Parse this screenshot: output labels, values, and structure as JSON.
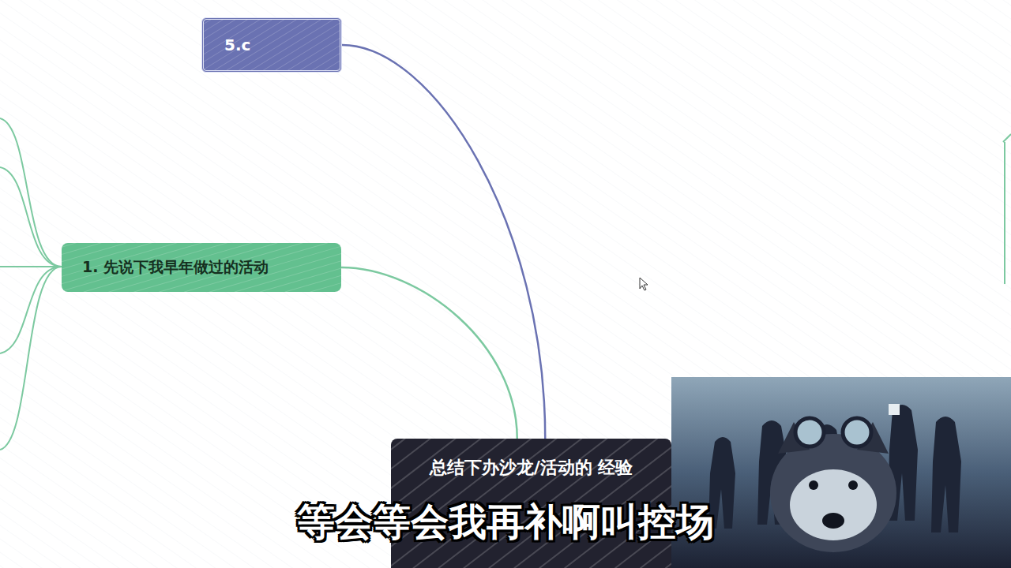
{
  "diagram": {
    "nodes": [
      {
        "text": [
          "5.c"
        ]
      },
      {
        "text": [
          "1. 先说下我早年做过的活动"
        ]
      },
      {
        "text": [
          "总结下办沙龙/活动的 经验"
        ]
      }
    ],
    "edges": [
      {
        "from": 2,
        "to": 0,
        "arrow": "none"
      },
      {
        "from": 2,
        "to": 1,
        "arrow": "none"
      }
    ],
    "labels": [
      "等会等会我再补啊叫控场"
    ]
  }
}
